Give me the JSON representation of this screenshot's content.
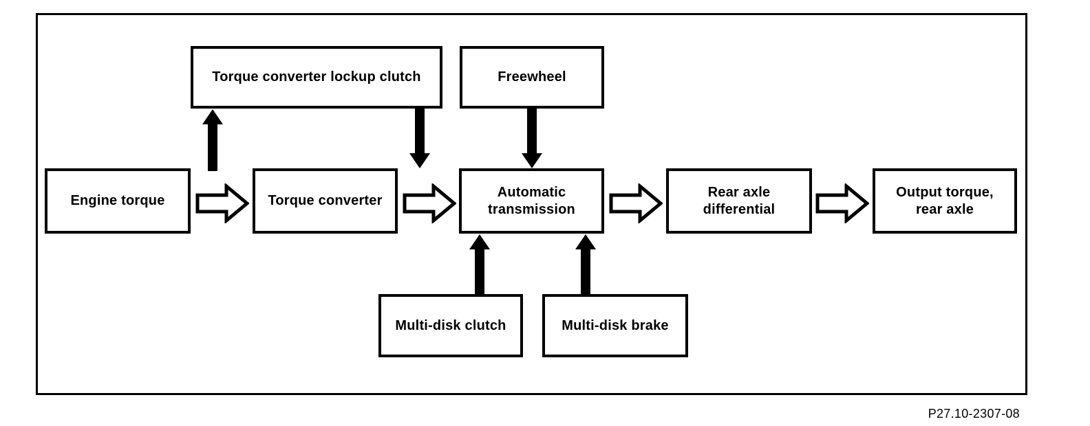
{
  "page": {
    "background_color": "#ffffff",
    "ink_color": "#000000"
  },
  "figure_code": "P27.10-2307-08",
  "diagram": {
    "boxes": {
      "lockup_clutch": {
        "label": "Torque converter lockup clutch"
      },
      "freewheel": {
        "label": "Freewheel"
      },
      "engine_torque": {
        "label": "Engine torque"
      },
      "torque_converter": {
        "label": "Torque converter"
      },
      "automatic_transmission": {
        "label": "Automatic\ntransmission"
      },
      "rear_axle_differential": {
        "label": "Rear axle\ndifferential"
      },
      "output_torque": {
        "label": "Output torque,\nrear axle"
      },
      "multi_disk_clutch": {
        "label": "Multi-disk clutch"
      },
      "multi_disk_brake": {
        "label": "Multi-disk brake"
      }
    },
    "connections": [
      {
        "from": "Engine torque",
        "to": "Torque converter",
        "style": "hollow-right-arrow"
      },
      {
        "from": "Torque converter",
        "to": "Torque converter lockup clutch",
        "style": "solid-up-arrow"
      },
      {
        "from": "Torque converter lockup clutch",
        "to": "Automatic transmission",
        "style": "solid-down-arrow"
      },
      {
        "from": "Torque converter",
        "to": "Automatic transmission",
        "style": "hollow-right-arrow"
      },
      {
        "from": "Freewheel",
        "to": "Automatic transmission",
        "style": "solid-down-arrow"
      },
      {
        "from": "Multi-disk clutch",
        "to": "Automatic transmission",
        "style": "solid-up-arrow"
      },
      {
        "from": "Multi-disk brake",
        "to": "Automatic transmission",
        "style": "solid-up-arrow"
      },
      {
        "from": "Automatic transmission",
        "to": "Rear axle differential",
        "style": "hollow-right-arrow"
      },
      {
        "from": "Rear axle differential",
        "to": "Output torque, rear axle",
        "style": "hollow-right-arrow"
      }
    ]
  }
}
